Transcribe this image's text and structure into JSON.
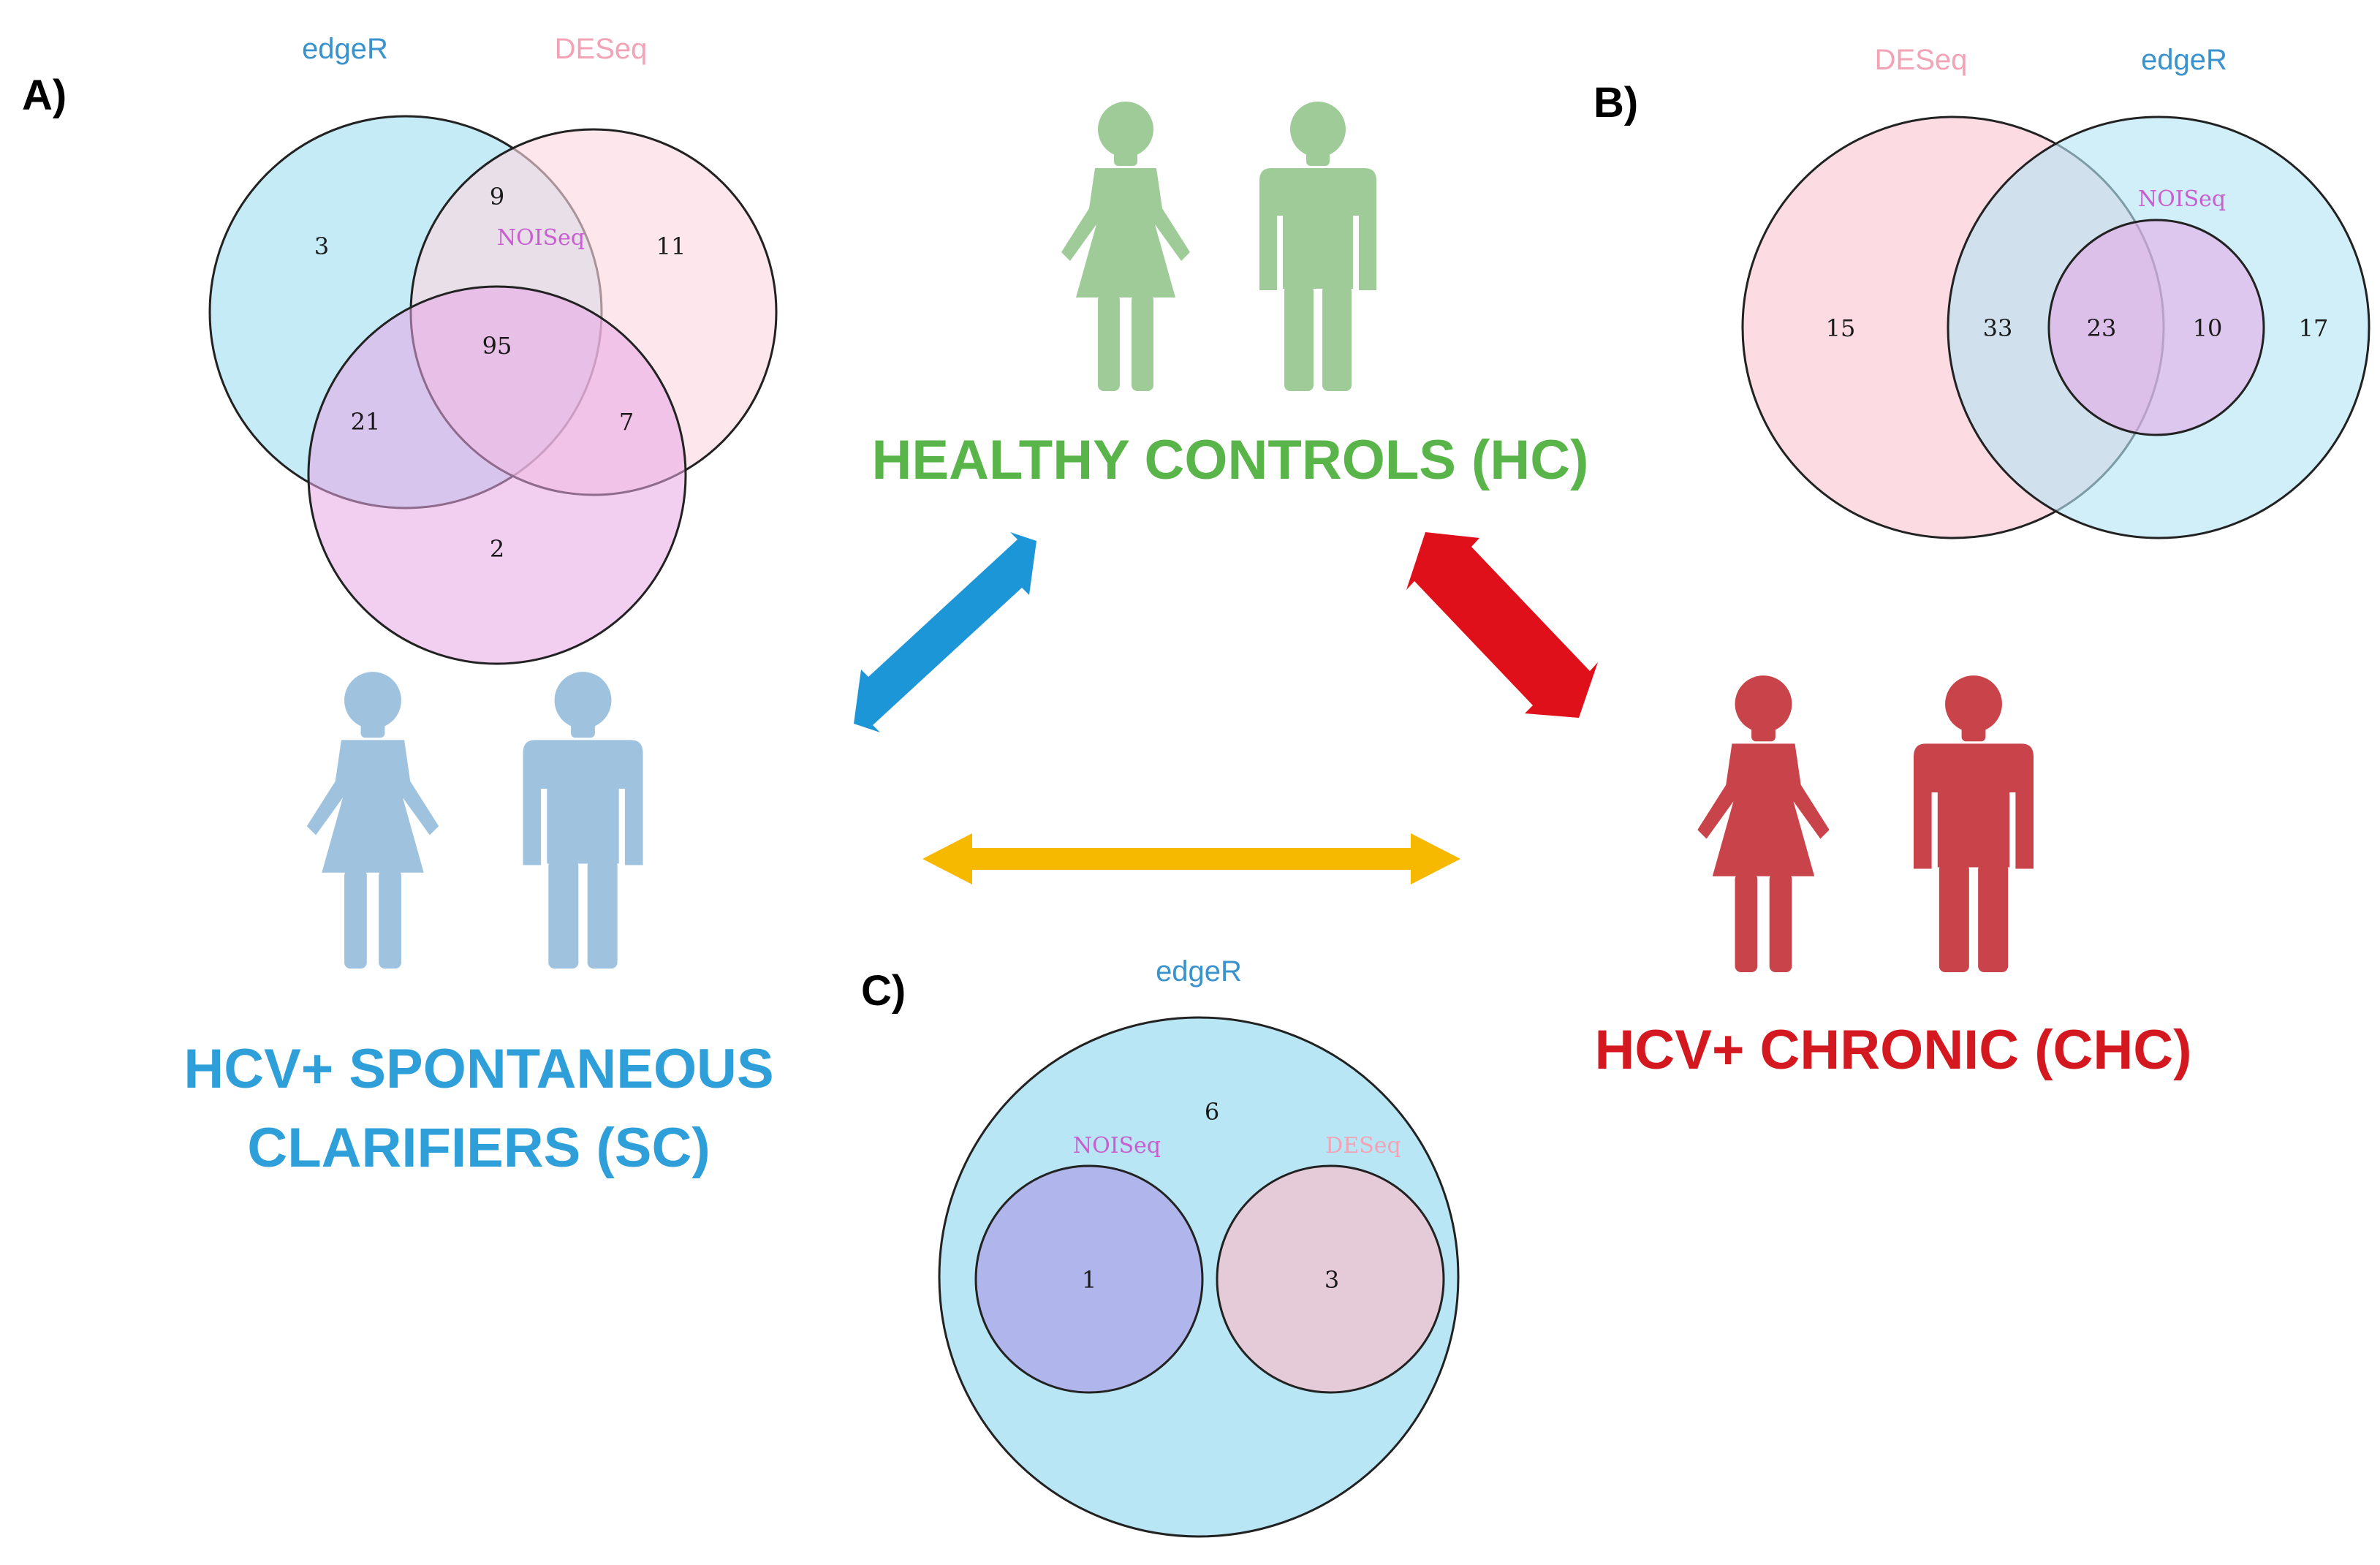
{
  "colors": {
    "edgeR": "#3a93cc",
    "DESeq": "#f2a3b6",
    "NOISeq": "#c85ed0",
    "healthy": "#59b449",
    "sc": "#2e9fd8",
    "chc": "#d41820",
    "arrow_sc_hc": "#1c96d6",
    "arrow_hc_chc": "#e0101a",
    "arrow_sc_chc": "#f7b800",
    "fill_edgeR": "#b5e5f3",
    "fill_DESeq": "#fdd9e1",
    "fill_NOISeq": "#e8a6e6",
    "figure_healthy": "#9fcb98",
    "figure_sc": "#9fc3df",
    "figure_chc": "#c9444a"
  },
  "panels": {
    "A": {
      "label": "A)",
      "set_labels": {
        "edgeR": "edgeR",
        "DESeq": "DESeq",
        "NOISeq": "NOISeq"
      },
      "regions": {
        "edgeR_only": "3",
        "edgeR_DESeq": "9",
        "DESeq_only": "11",
        "all_three": "95",
        "edgeR_NOISeq": "21",
        "DESeq_NOISeq": "7",
        "NOISeq_only": "2"
      }
    },
    "B": {
      "label": "B)",
      "set_labels": {
        "DESeq": "DESeq",
        "edgeR": "edgeR",
        "NOISeq": "NOISeq"
      },
      "regions": {
        "DESeq_only": "15",
        "DESeq_edgeR": "33",
        "all_three": "23",
        "edgeR_NOISeq": "10",
        "edgeR_only": "17"
      }
    },
    "C": {
      "label": "C)",
      "set_labels": {
        "edgeR": "edgeR",
        "NOISeq": "NOISeq",
        "DESeq": "DESeq"
      },
      "regions": {
        "edgeR_only": "6",
        "NOISeq": "1",
        "DESeq": "3"
      }
    }
  },
  "groups": {
    "healthy": {
      "label": "HEALTHY CONTROLS (HC)"
    },
    "sc": {
      "line1": "HCV+ SPONTANEOUS",
      "line2": "CLARIFIERS (SC)"
    },
    "chc": {
      "label": "HCV+ CHRONIC (CHC)"
    }
  },
  "icons": {
    "female": "female-person-icon",
    "male": "male-person-icon",
    "double_arrow": "double-headed-arrow-icon"
  }
}
